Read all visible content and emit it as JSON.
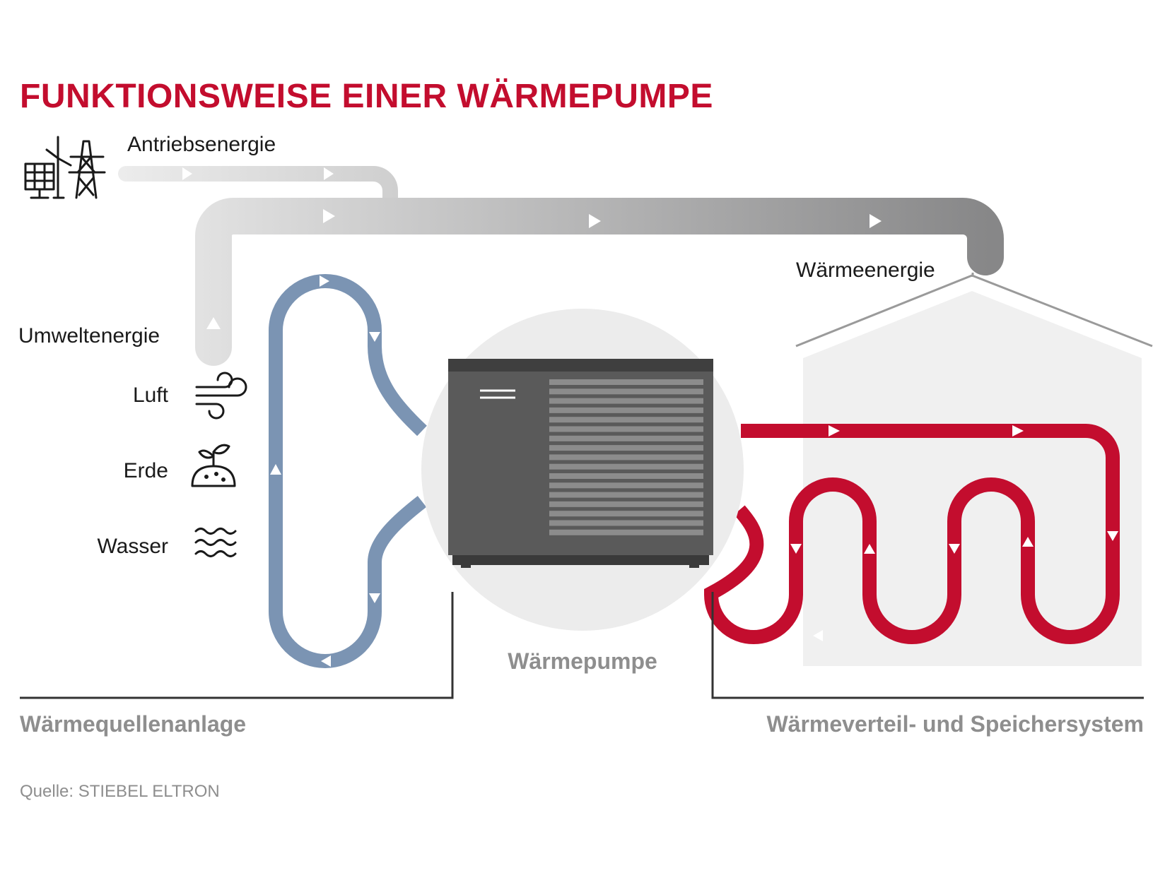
{
  "title": "FUNKTIONSWEISE EINER WÄRMEPUMPE",
  "labels": {
    "antriebsenergie": "Antriebsenergie",
    "umweltenergie": "Umweltenergie",
    "waermeenergie": "Wärmeenergie",
    "luft": "Luft",
    "erde": "Erde",
    "wasser": "Wasser"
  },
  "sections": {
    "source": "Wärmequellenanlage",
    "pump": "Wärmepumpe",
    "distribution": "Wärmeverteil- und Speichersystem"
  },
  "source_note": "Quelle: STIEBEL ELTRON",
  "icons": {
    "drive": "solar-wind-pylon-icon",
    "air": "wind-icon",
    "earth": "sprout-soil-icon",
    "water": "waves-icon"
  },
  "colors": {
    "title": "#c30d2e",
    "source_loop": "#7b94b3",
    "heating_loop": "#c30d2e",
    "heat_pump_unit": "#5a5a5a",
    "energy_flow_light": "#dedede",
    "energy_flow_dark": "#8a8a8b",
    "house": "#f0f0f0",
    "section_text": "#8e8e8e"
  }
}
